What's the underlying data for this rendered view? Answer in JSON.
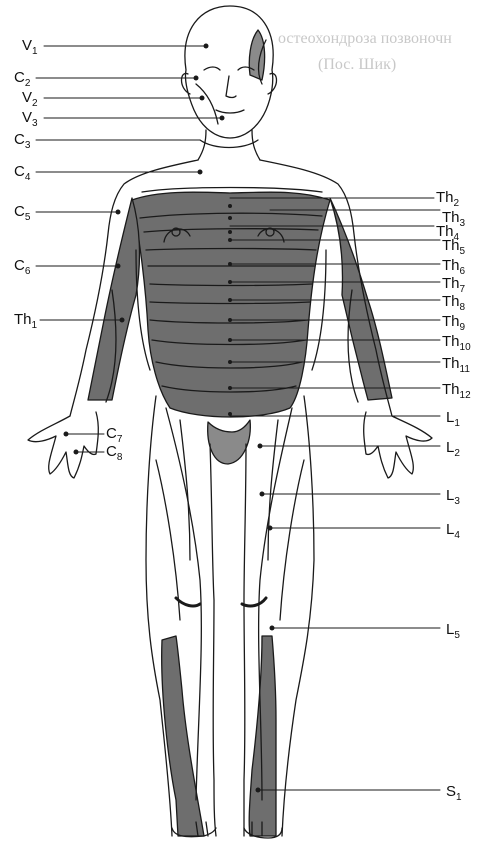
{
  "background_text": {
    "line1": "остеохондроза позвоночн",
    "line2": "(Пос. Шик)"
  },
  "labels": {
    "V1": {
      "main": "V",
      "sub": "1"
    },
    "C2": {
      "main": "C",
      "sub": "2"
    },
    "V2": {
      "main": "V",
      "sub": "2"
    },
    "V3": {
      "main": "V",
      "sub": "3"
    },
    "C3": {
      "main": "C",
      "sub": "3"
    },
    "C4": {
      "main": "C",
      "sub": "4"
    },
    "C5": {
      "main": "C",
      "sub": "5"
    },
    "C6": {
      "main": "C",
      "sub": "6"
    },
    "Th1": {
      "main": "Th",
      "sub": "1"
    },
    "C7": {
      "main": "C",
      "sub": "7"
    },
    "C8": {
      "main": "C",
      "sub": "8"
    },
    "Th2": {
      "main": "Th",
      "sub": "2"
    },
    "Th3": {
      "main": "Th",
      "sub": "3"
    },
    "Th4": {
      "main": "Th",
      "sub": "4"
    },
    "Th5": {
      "main": "Th",
      "sub": "5"
    },
    "Th6": {
      "main": "Th",
      "sub": "6"
    },
    "Th7": {
      "main": "Th",
      "sub": "7"
    },
    "Th8": {
      "main": "Th",
      "sub": "8"
    },
    "Th9": {
      "main": "Th",
      "sub": "9"
    },
    "Th10": {
      "main": "Th",
      "sub": "10"
    },
    "Th11": {
      "main": "Th",
      "sub": "11"
    },
    "Th12": {
      "main": "Th",
      "sub": "12"
    },
    "L1": {
      "main": "L",
      "sub": "1"
    },
    "L2": {
      "main": "L",
      "sub": "2"
    },
    "L3": {
      "main": "L",
      "sub": "3"
    },
    "L4": {
      "main": "L",
      "sub": "4"
    },
    "L5": {
      "main": "L",
      "sub": "5"
    },
    "S1": {
      "main": "S",
      "sub": "1"
    }
  },
  "colors": {
    "shade": "#6e6e6e",
    "ink": "#1a1a1a"
  }
}
